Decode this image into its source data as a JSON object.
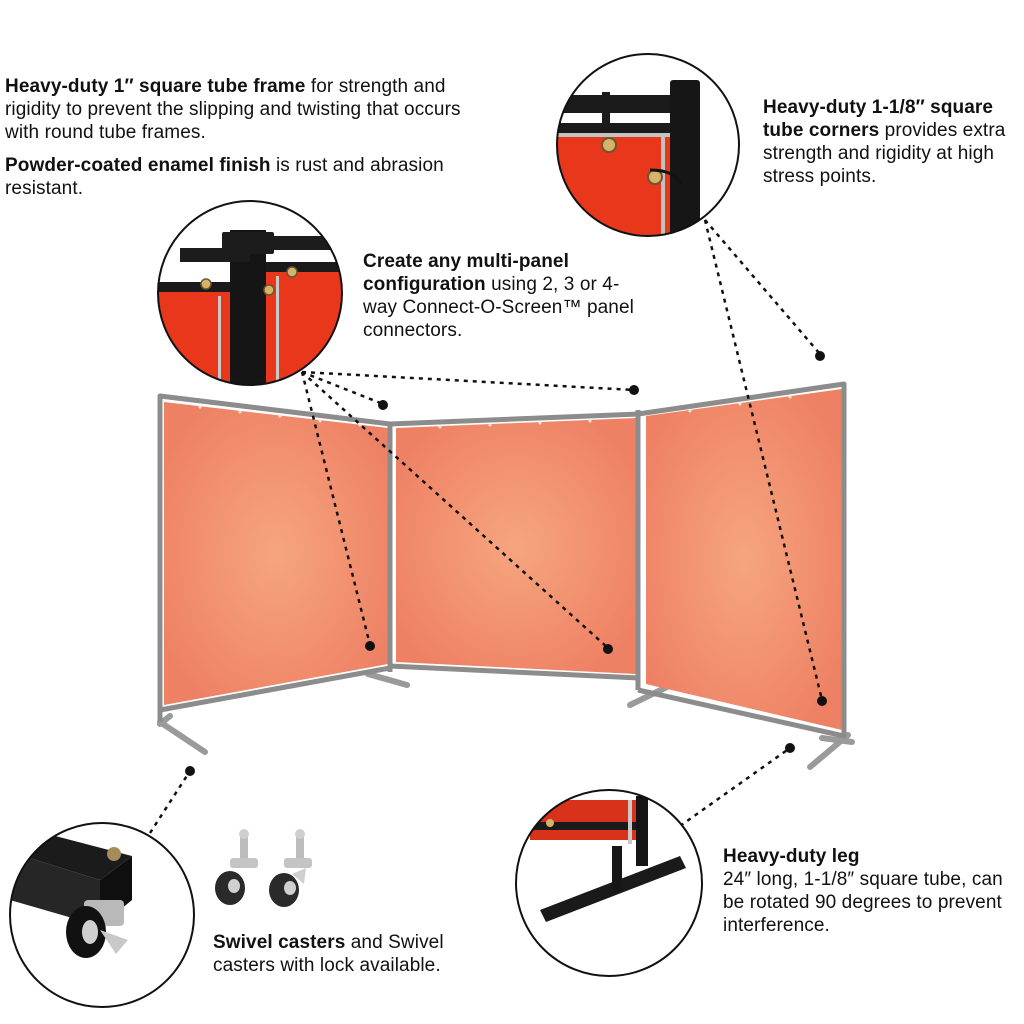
{
  "callouts": {
    "frame": {
      "bold": "Heavy-duty 1″ square tube frame",
      "rest": " for strength and rigidity to prevent the slipping and twisting that occurs with round tube frames."
    },
    "finish": {
      "bold": "Powder-coated enamel finish",
      "rest": " is rust and abrasion resistant."
    },
    "corners": {
      "bold": "Heavy-duty 1-1/8″ square tube corners",
      "rest": " provides extra strength and rigidity at high stress points."
    },
    "multipanel": {
      "bold": "Create any multi-panel configuration",
      "rest": " using 2, 3 or 4-way Connect-O-Screen™ panel connectors."
    },
    "casters": {
      "bold": "Swivel casters",
      "rest": " and Swivel casters with lock available."
    },
    "leg": {
      "bold": "Heavy-duty leg",
      "rest": "24″ long, 1-1/8″ square tube, can be rotated 90 degrees to prevent interference."
    }
  },
  "colors": {
    "curtain": "#f08a6a",
    "curtain_zoom": "#e8371a",
    "frame": "#8f8f8f",
    "steel": "#151515",
    "leader": "#111111"
  }
}
